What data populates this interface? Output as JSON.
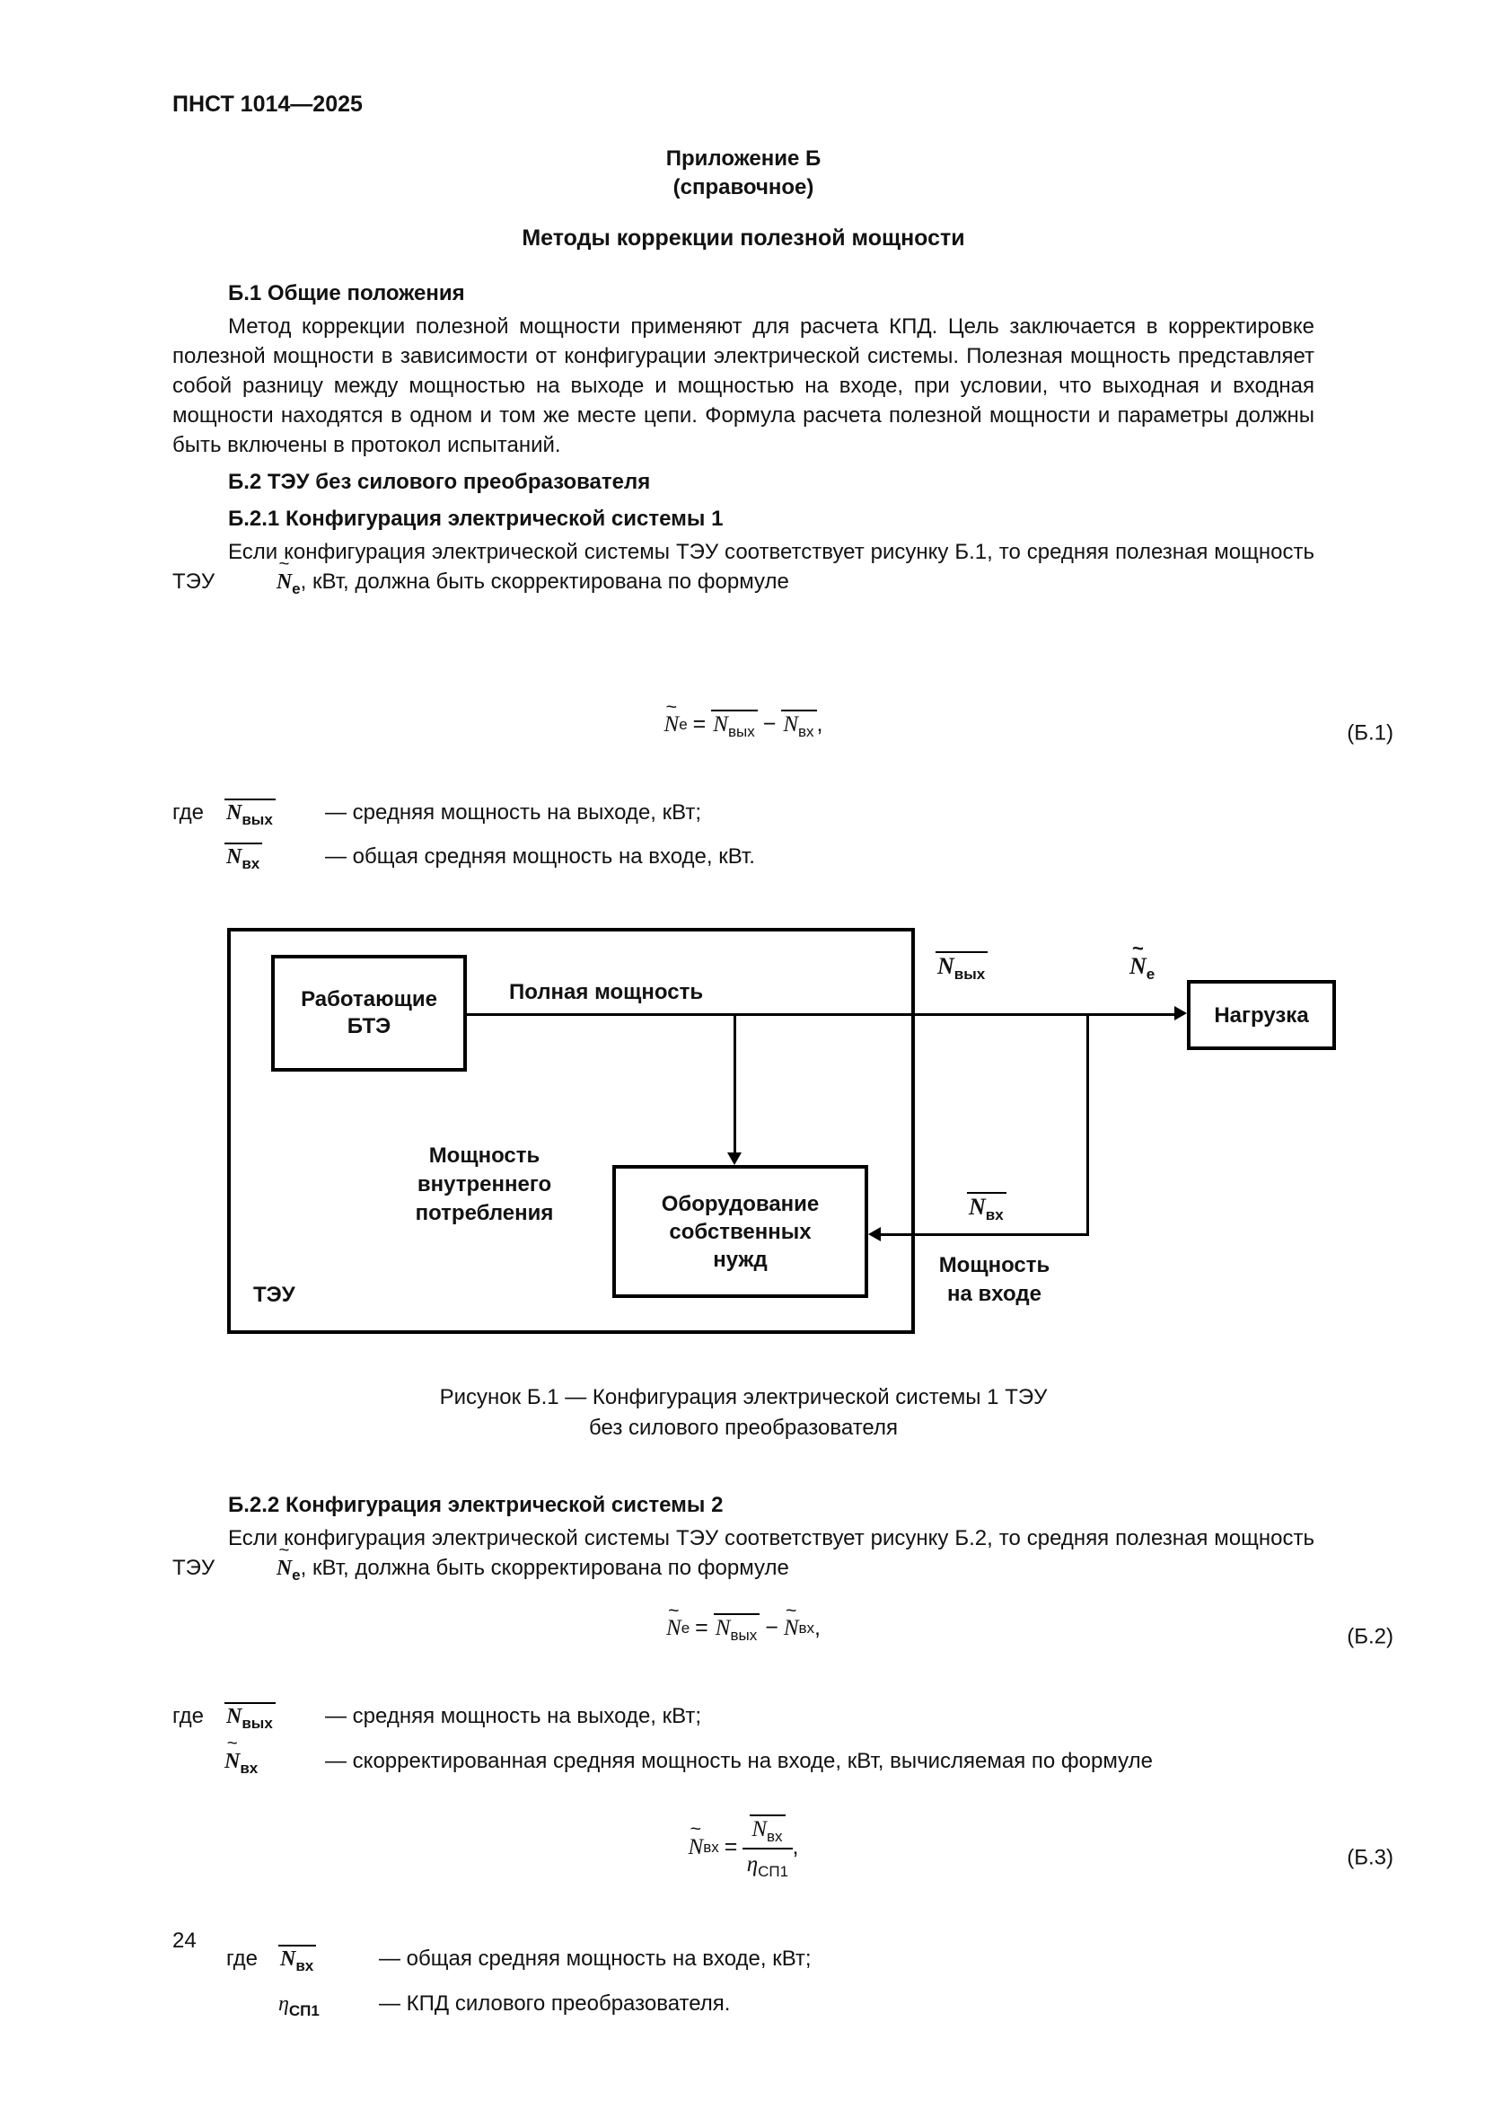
{
  "page": {
    "header": "ПНСТ 1014—2025",
    "number": "24"
  },
  "appendix": {
    "label": "Приложение Б",
    "kind": "(справочное)",
    "title": "Методы коррекции полезной мощности"
  },
  "math": {
    "tilde": "~",
    "N": "N",
    "eta": "η",
    "eq": "=",
    "minus": "−",
    "comma": ",",
    "sub_e": "е",
    "sub_out": "вых",
    "sub_in": "вх",
    "sub_sp1": "СП1"
  },
  "b1": {
    "heading": "Б.1 Общие положения",
    "text": "Метод коррекции полезной мощности применяют для расчета КПД. Цель заключается в корректировке полезной мощности в зависимости от конфигурации электрической системы. Полезная мощность представляет собой разницу между мощностью на выходе и мощностью на входе, при условии, что выходная и входная мощности находятся в одном и том же месте цепи. Формула расчета полезной мощности и параметры должны быть включены в протокол испытаний."
  },
  "b2": {
    "heading": "Б.2 ТЭУ без силового преобразователя"
  },
  "b21": {
    "heading": "Б.2.1 Конфигурация электрической системы 1",
    "text_before": "Если конфигурация электрической системы ТЭУ соответствует рисунку Б.1, то средняя полезная мощность ТЭУ ",
    "text_after": ", кВт, должна быть скорректирована по формуле",
    "eq_no": "(Б.1)",
    "where": "где",
    "def1": "— средняя мощность на выходе, кВт;",
    "def2": "— общая средняя мощность на входе, кВт."
  },
  "figure": {
    "bte1": "Работающие",
    "bte2": "БТЭ",
    "full_power": "Полная мощность",
    "internal1": "Мощность",
    "internal2": "внутреннего",
    "internal3": "потребления",
    "equip1": "Оборудование",
    "equip2": "собственных",
    "equip3": "нужд",
    "tju": "ТЭУ",
    "load": "Нагрузка",
    "input1": "Мощность",
    "input2": "на входе",
    "caption1": "Рисунок Б.1 — Конфигурация электрической системы 1 ТЭУ",
    "caption2": "без силового преобразователя"
  },
  "b22": {
    "heading": "Б.2.2 Конфигурация электрической системы 2",
    "text_before": "Если конфигурация электрической системы ТЭУ соответствует рисунку Б.2, то средняя полезная мощность ТЭУ ",
    "text_after": ", кВт, должна быть скорректирована по формуле",
    "eq_no": "(Б.2)",
    "where": "где",
    "def1": "— средняя мощность на выходе, кВт;",
    "def2": "— скорректированная средняя мощность на входе, кВт, вычисляемая по формуле",
    "eq3_no": "(Б.3)",
    "where3": "где",
    "def3": "— общая средняя мощность на входе, кВт;",
    "def4": "— КПД силового преобразователя."
  }
}
